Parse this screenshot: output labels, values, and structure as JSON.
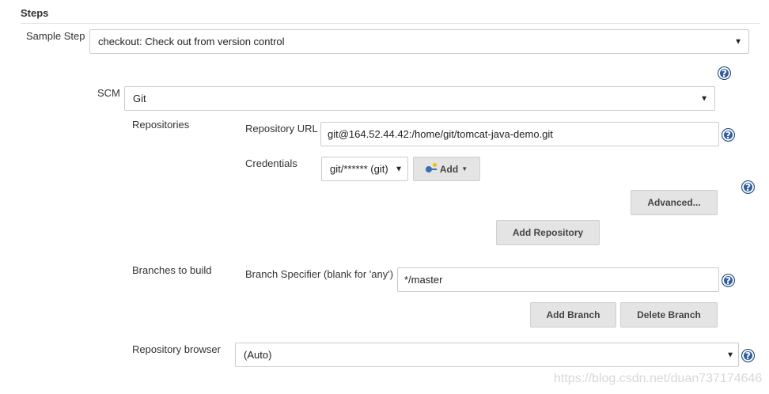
{
  "steps": {
    "title": "Steps",
    "sample_step": {
      "label": "Sample Step",
      "value": "checkout: Check out from version control"
    }
  },
  "scm": {
    "label": "SCM",
    "value": "Git",
    "repositories": {
      "label": "Repositories",
      "repository_url": {
        "label": "Repository URL",
        "value": "git@164.52.44.42:/home/git/tomcat-java-demo.git"
      },
      "credentials": {
        "label": "Credentials",
        "value": "git/****** (git)",
        "add_label": "Add"
      },
      "advanced_label": "Advanced...",
      "add_repository_label": "Add Repository"
    },
    "branches": {
      "label": "Branches to build",
      "specifier": {
        "label": "Branch Specifier (blank for 'any')",
        "value": "*/master"
      },
      "add_branch_label": "Add Branch",
      "delete_branch_label": "Delete Branch"
    },
    "repository_browser": {
      "label": "Repository browser",
      "value": "(Auto)"
    }
  },
  "icons": {
    "help": "help-question-icon",
    "caret": "chevron-down-icon",
    "credentials": "key-icon"
  },
  "help_glyph": "?",
  "caret_glyph": "▼",
  "colors": {
    "help_blue": "#2f5e9e",
    "button_bg": "#e4e4e4",
    "border": "#cccccc"
  },
  "watermark": "https://blog.csdn.net/duan737174646"
}
